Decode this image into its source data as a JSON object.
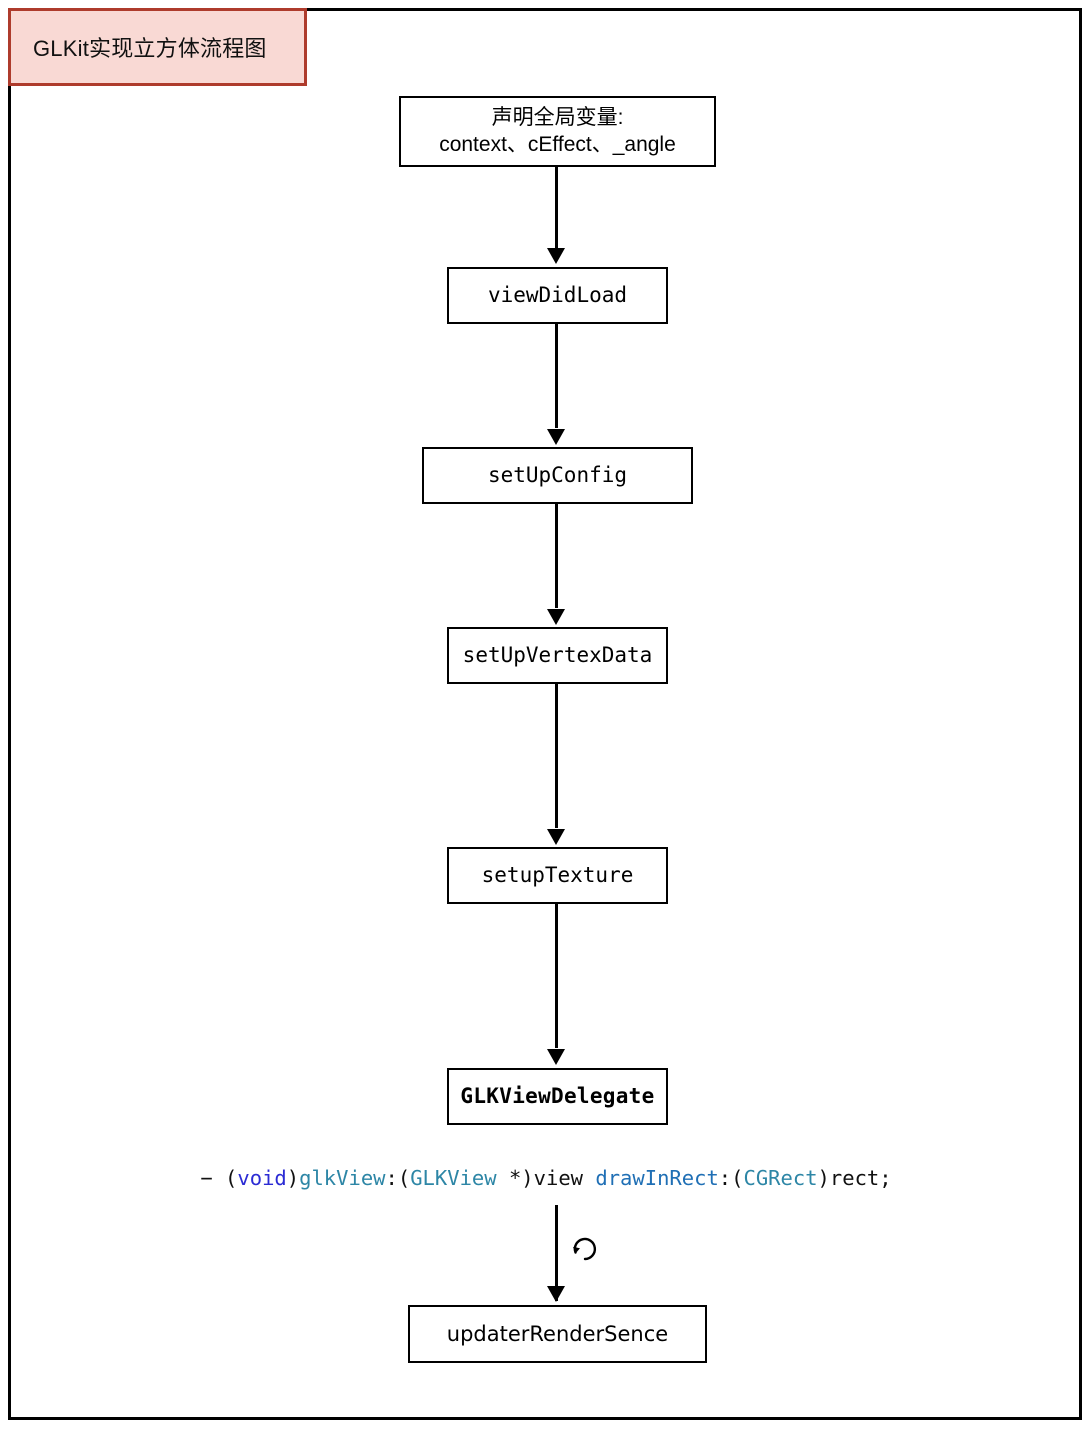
{
  "diagram": {
    "title": "GLKit实现立方体流程图",
    "colors": {
      "title_fill": "#f9d9d4",
      "title_border": "#ae3b2c",
      "frame_border": "#000000",
      "node_border": "#000000",
      "node_fill": "#ffffff",
      "code_keyword": "#2b2bd4",
      "code_type": "#2d86a6",
      "code_selector": "#1f6fb5",
      "code_plain": "#111111"
    },
    "nodes": [
      {
        "id": "globals",
        "line1": "声明全局变量:",
        "line2": "context、cEffect、_angle"
      },
      {
        "id": "view-did-load",
        "line1": "viewDidLoad"
      },
      {
        "id": "set-up-config",
        "line1": "setUpConfig"
      },
      {
        "id": "set-up-vertex-data",
        "line1": "setUpVertexData"
      },
      {
        "id": "setup-texture",
        "line1": "setupTexture"
      },
      {
        "id": "glkview-delegate",
        "line1": "GLKViewDelegate"
      },
      {
        "id": "updater-render-sence",
        "line1": "updaterRenderSence"
      }
    ],
    "code_signature": {
      "dash": "−",
      "open_paren1": " (",
      "keyword_void": "void",
      "close_paren1": ")",
      "selector_glkview": "glkView",
      "colon1": ":(",
      "type_glkview": "GLKView",
      "star": " *)",
      "param_view": "view",
      "space": " ",
      "selector_drawinrect": "drawInRect",
      "colon2": ":(",
      "type_cgrect": "CGRect",
      "close_paren2": ")",
      "param_rect": "rect;",
      "full_text": "− (void)glkView:(GLKView *)view drawInRect:(CGRect)rect;"
    },
    "loop_icon": "loop-arrow-icon"
  }
}
